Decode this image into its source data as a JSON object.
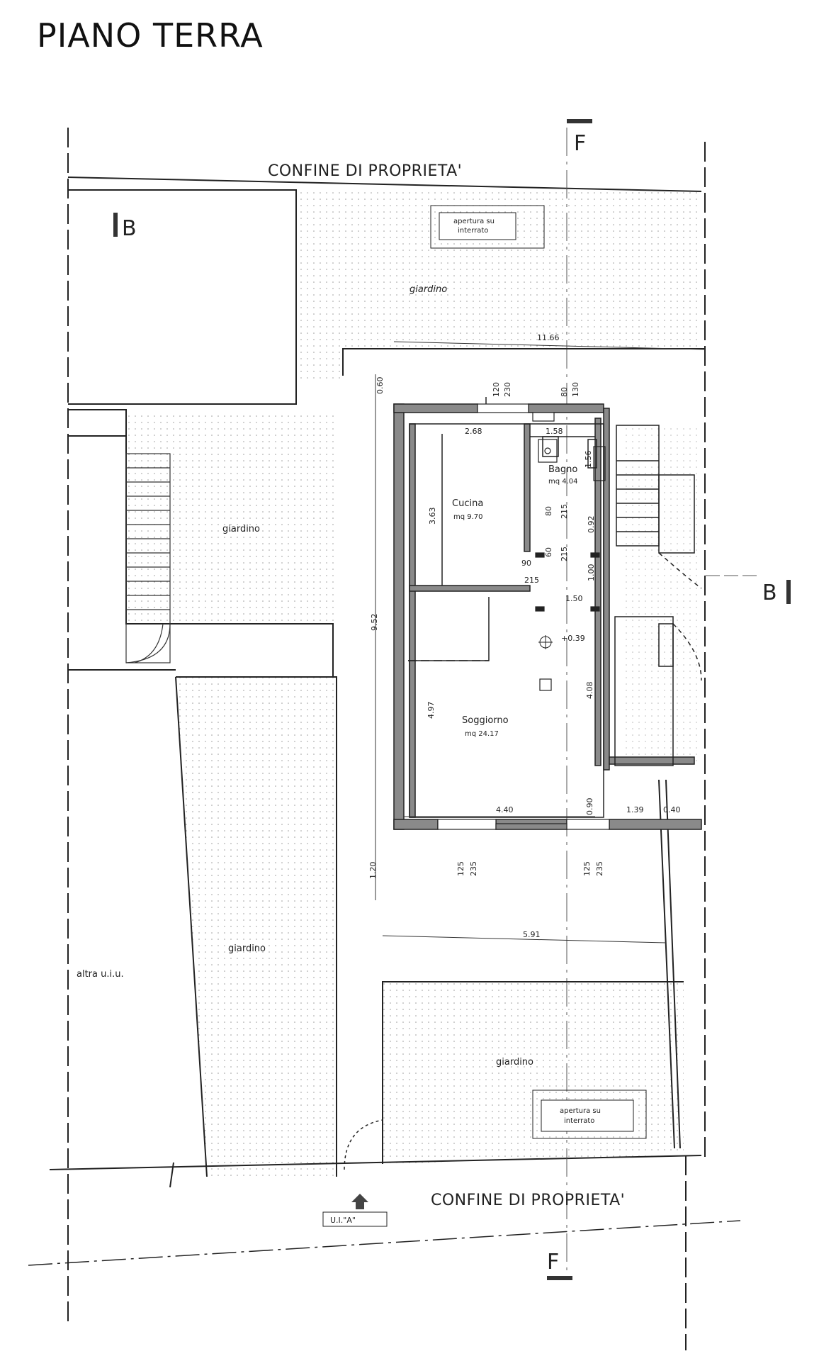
{
  "title": "PIANO TERRA",
  "boundary": {
    "top": "CONFINE DI PROPRIETA'",
    "bottom": "CONFINE DI PROPRIETA'"
  },
  "sections": {
    "b_left": "B",
    "b_right": "B",
    "f_top": "F",
    "f_bottom": "F"
  },
  "openings": {
    "top": [
      "apertura su",
      "interrato"
    ],
    "bottom": [
      "apertura su",
      "interrato"
    ]
  },
  "gardens": {
    "top": "giardino",
    "left_upper": "giardino",
    "left_lower": "giardino",
    "bottom_right": "giardino"
  },
  "other_unit": "altra u.i.u.",
  "rooms": {
    "cucina": {
      "name": "Cucina",
      "area": "mq 9.70"
    },
    "bagno": {
      "name": "Bagno",
      "area": "mq 4.04"
    },
    "soggiorno": {
      "name": "Soggiorno",
      "area": "mq 24.17"
    }
  },
  "level_mark": "+0.39",
  "unit_tag": "U.I.\"A\"",
  "dimensions": {
    "overall_top": "11.66",
    "wall_top": "0.60",
    "win_top_a": [
      "120",
      "230"
    ],
    "win_top_b": [
      "80",
      "130"
    ],
    "kitchen_w": "2.68",
    "bath_w": "1.58",
    "bath_d": "1.56",
    "kitchen_d": "3.63",
    "bath_doors": [
      "80",
      "215"
    ],
    "bath_doors_2": [
      "60",
      "215"
    ],
    "hall_w": "0.92",
    "hall_w2": "1.00",
    "door_90": "90",
    "door_215": "215",
    "passage": "1.50",
    "height_total": "9.52",
    "living_d": "4.97",
    "living_d2": "4.08",
    "living_w": "4.40",
    "wall_090": "0.90",
    "right_w": "1.39",
    "wall_040": "0.40",
    "wall_bottom": "1.20",
    "win_bot_a": [
      "125",
      "235"
    ],
    "win_bot_b": [
      "125",
      "235"
    ],
    "garden_w": "5.91"
  }
}
